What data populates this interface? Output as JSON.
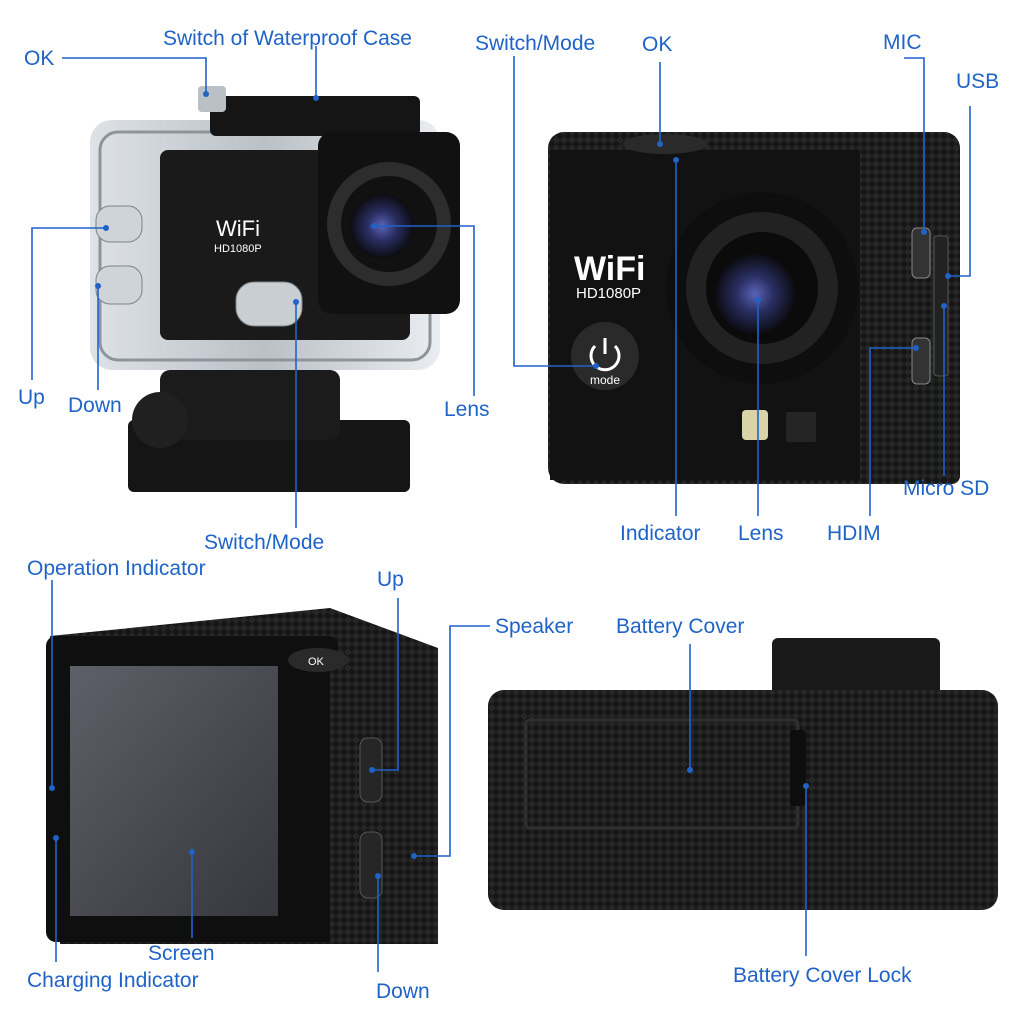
{
  "labels": {
    "tl_ok": "OK",
    "tl_switch_case": "Switch of Waterproof Case",
    "tl_up": "Up",
    "tl_down": "Down",
    "tl_lens": "Lens",
    "tl_switch_mode": "Switch/Mode",
    "tr_switch_mode": "Switch/Mode",
    "tr_ok": "OK",
    "tr_mic": "MIC",
    "tr_usb": "USB",
    "tr_indicator": "Indicator",
    "tr_lens": "Lens",
    "tr_hdim": "HDIM",
    "tr_micro_sd": "Micro SD",
    "bl_operation_indicator": "Operation Indicator",
    "bl_up": "Up",
    "bl_screen": "Screen",
    "bl_charging_indicator": "Charging Indicator",
    "bl_down": "Down",
    "br_speaker": "Speaker",
    "br_battery_cover": "Battery Cover",
    "br_battery_cover_lock": "Battery Cover Lock"
  },
  "camera_print": {
    "wifi": "WiFi",
    "resolution": "HD1080P",
    "mode_button": "mode",
    "ok_button": "OK"
  },
  "colors": {
    "label_blue": "#1f63c8",
    "camera_body": "#141414"
  }
}
